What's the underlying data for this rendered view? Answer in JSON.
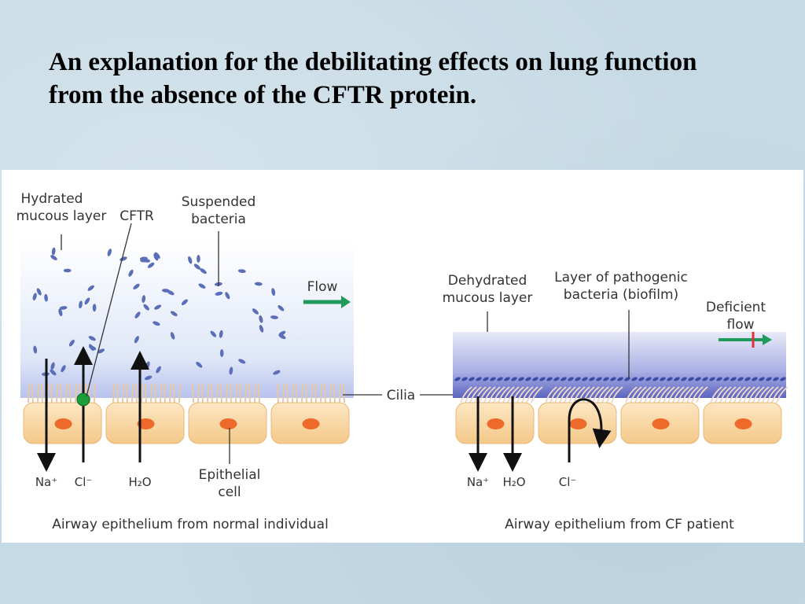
{
  "slide": {
    "title": "An explanation for the debilitating effects on lung function from the absence of the CFTR protein."
  },
  "diagram": {
    "normal": {
      "caption": "Airway epithelium from normal individual",
      "labels": {
        "hydrated_line1": "Hydrated",
        "hydrated_line2": "mucous layer",
        "cftr": "CFTR",
        "suspended_line1": "Suspended",
        "suspended_line2": "bacteria",
        "flow": "Flow",
        "epithelial_line1": "Epithelial",
        "epithelial_line2": "cell"
      },
      "ions": {
        "na": "Na⁺",
        "cl": "Cl⁻",
        "h2o": "H₂O"
      }
    },
    "cf": {
      "caption": "Airway epithelium from CF patient",
      "labels": {
        "dehydrated_line1": "Dehydrated",
        "dehydrated_line2": "mucous layer",
        "biofilm_line1": "Layer of pathogenic",
        "biofilm_line2": "bacteria (biofilm)",
        "deficient_line1": "Deficient",
        "deficient_line2": "flow"
      },
      "ions": {
        "na": "Na⁺",
        "h2o": "H₂O",
        "cl": "Cl⁻"
      }
    },
    "cilia_label": "Cilia",
    "colors": {
      "cell_fill": "#f8d7a0",
      "nucleus": "#ee6a2a",
      "mucus_blue": "#6a72c6",
      "bacteria": "#5b6fb8",
      "flow_arrow": "#1f9a5a",
      "cftr_dot": "#1a9e3a"
    }
  }
}
